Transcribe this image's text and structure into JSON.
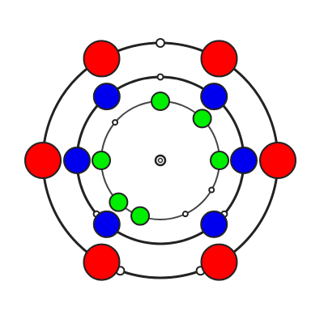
{
  "colors": {
    "background": "#ffffff",
    "ring_stroke": "#222222",
    "inner_ring_stroke": "#444444",
    "outline": "#222222",
    "outer_circle_fill": "#ff0000",
    "middle_circle_fill": "#0000ee",
    "inner_circle_fill": "#00ee00",
    "marker_fill": "#ffffff",
    "center_fill": "#ffffff"
  },
  "icons": {
    "outer_markers": "small-open-circle",
    "middle_markers": "small-open-circle",
    "inner_markers": "small-open-circle",
    "center": "double-ring-dot"
  },
  "rings": [
    {
      "name": "outer-ring",
      "circle_fill_key": "outer_circle_fill",
      "circle_angles_deg": [
        -60,
        -120,
        0,
        180,
        60,
        120
      ],
      "marker_angles_deg": [
        -90,
        110,
        70
      ]
    },
    {
      "name": "middle-ring",
      "circle_fill_key": "middle_circle_fill",
      "circle_angles_deg": [
        -50,
        -130,
        0,
        180,
        50,
        130
      ],
      "marker_angles_deg": [
        -90,
        140,
        40
      ]
    },
    {
      "name": "inner-ring",
      "circle_fill_key": "inner_circle_fill",
      "circle_angles_deg": [
        -90,
        -45,
        0,
        180,
        135,
        110
      ],
      "marker_angles_deg": [
        -140,
        65,
        30
      ]
    }
  ]
}
